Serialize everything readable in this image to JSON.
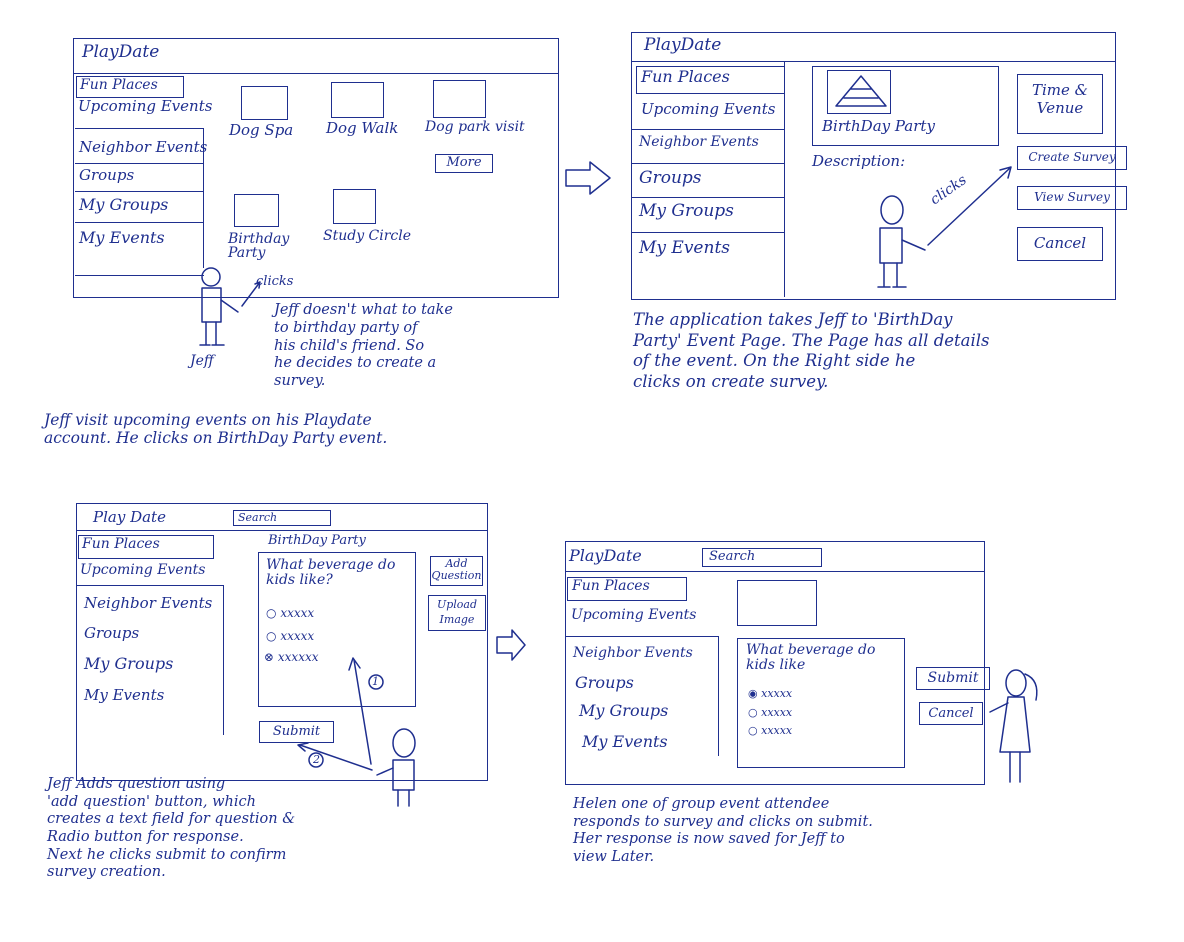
{
  "panel1": {
    "app_title": "PlayDate",
    "sidebar": [
      "Fun Places",
      "Upcoming Events",
      "Neighbor Events",
      "Groups",
      "My Groups",
      "My Events"
    ],
    "tiles": [
      "Dog Spa",
      "Dog Walk",
      "Dog park visit",
      "Birthday Party",
      "Study Circle"
    ],
    "more_button": "More",
    "clicks_note": "clicks",
    "person_name": "Jeff",
    "thought": [
      "Jeff doesn't what to take",
      "to birthday party of",
      "his child's friend. So",
      "he decides to create a",
      "survey."
    ],
    "caption": [
      "Jeff visit upcoming events on his Playdate",
      "account. He clicks on BirthDay Party event."
    ]
  },
  "panel2": {
    "app_title": "PlayDate",
    "sidebar": [
      "Fun Places",
      "Upcoming Events",
      "Neighbor Events",
      "Groups",
      "My Groups",
      "My Events"
    ],
    "event_title": "BirthDay Party",
    "description_label": "Description:",
    "buttons": [
      "Time & Venue",
      "Create Survey",
      "View Survey",
      "Cancel"
    ],
    "clicks_note": "clicks",
    "caption": [
      "The application takes Jeff to 'BirthDay",
      "Party' Event Page. The Page has all details",
      "of the event. On the Right side he",
      "clicks on create survey."
    ]
  },
  "panel3": {
    "app_title": "Play Date",
    "search": "Search",
    "sidebar": [
      "Fun Places",
      "Upcoming Events",
      "Neighbor Events",
      "Groups",
      "My Groups",
      "My Events"
    ],
    "form_title": "BirthDay Party",
    "question": "What beverage do kids like?",
    "options": [
      "xxxxx",
      "xxxxx",
      "xxxxxx"
    ],
    "add_question": "Add Question",
    "upload_image": "Upload Image",
    "submit": "Submit",
    "step1": "1",
    "step2": "2",
    "caption": [
      "Jeff Adds question using",
      "'add question' button, which",
      "creates a text field for question &",
      "Radio button for response.",
      "Next he clicks submit to confirm",
      "survey creation."
    ]
  },
  "panel4": {
    "app_title": "PlayDate",
    "search": "Search",
    "sidebar": [
      "Fun Places",
      "Upcoming Events",
      "Neighbor Events",
      "Groups",
      "My Groups",
      "My Events"
    ],
    "question": "What beverage do kids like",
    "options": [
      "xxxxx",
      "xxxxx",
      "xxxxx"
    ],
    "submit": "Submit",
    "cancel": "Cancel",
    "caption": [
      "Helen one of group event attendee",
      "responds to survey and clicks on submit.",
      "Her response is now saved for Jeff to",
      "view Later."
    ]
  }
}
